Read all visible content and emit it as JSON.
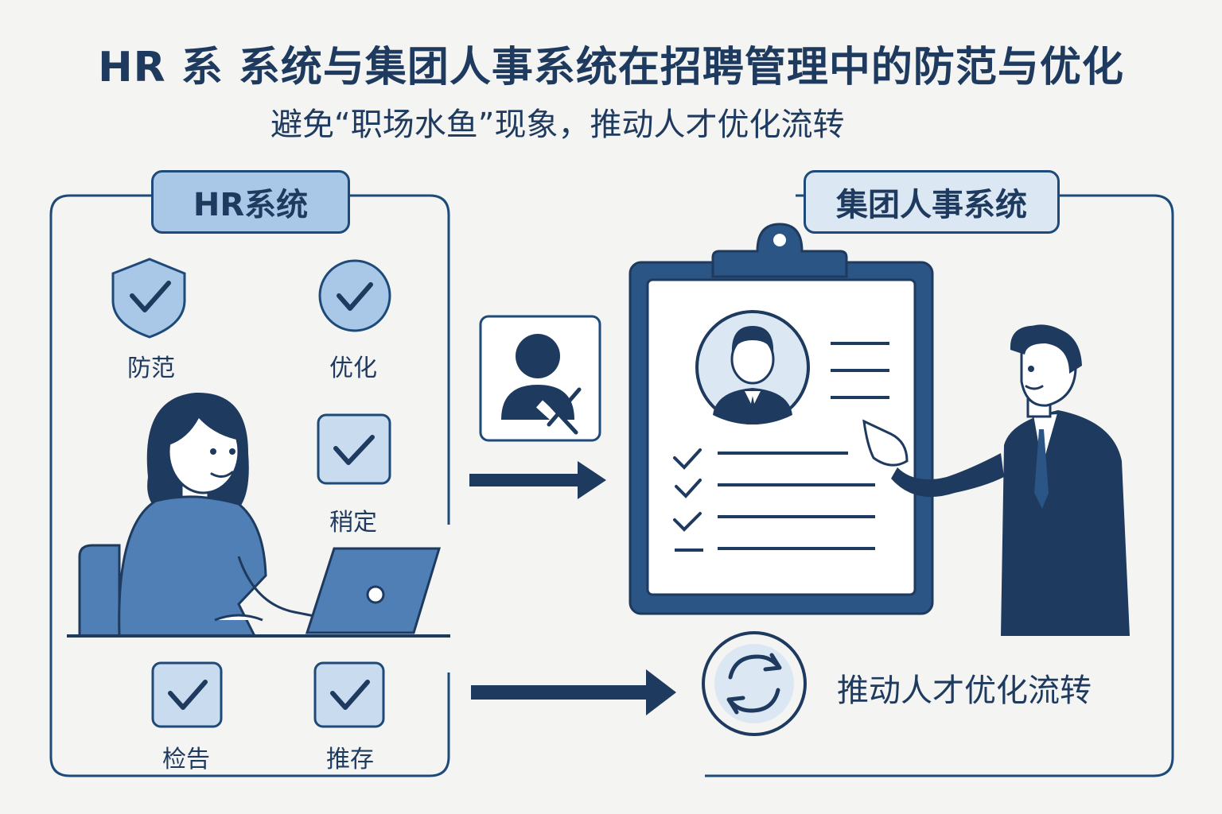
{
  "header": {
    "title": "HR 系 系统与集团人事系统在招聘管理中的防范与优化",
    "subtitle": "避免“职场水鱼”现象，推动人才优化流转"
  },
  "hr_panel": {
    "tag": "HR系统",
    "items": [
      {
        "label": "防范",
        "icon": "shield-check-icon"
      },
      {
        "label": "优化",
        "icon": "circle-check-icon"
      },
      {
        "label": "稍定",
        "icon": "square-check-icon"
      },
      {
        "label": "检告",
        "icon": "square-check-icon"
      },
      {
        "label": "推存",
        "icon": "square-check-icon"
      }
    ]
  },
  "group_panel": {
    "tag": "集团人事系统",
    "flow_label": "推动人才优化流转"
  },
  "colors": {
    "navy": "#1e3a5f",
    "mid_blue": "#4f7fb5",
    "light_blue": "#a9c8e8",
    "pale_blue": "#dbe8f4",
    "background": "#f4f4f2"
  }
}
